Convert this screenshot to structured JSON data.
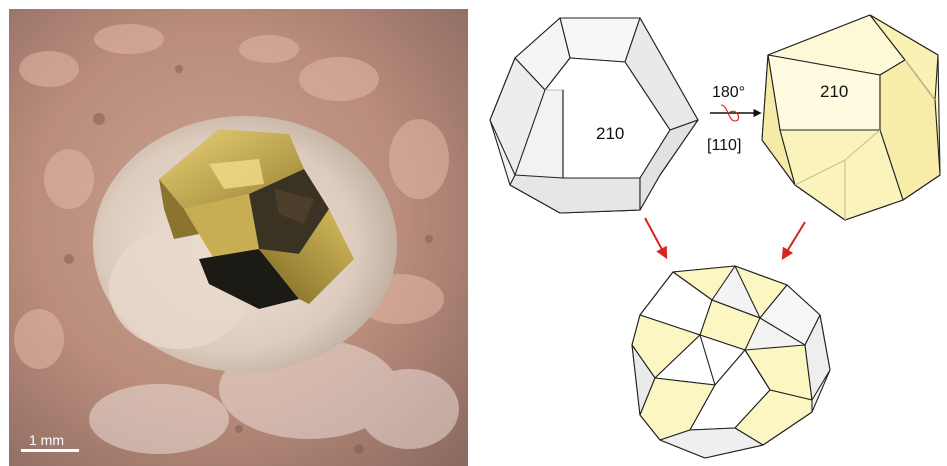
{
  "photo": {
    "scale_bar_label": "1 mm"
  },
  "diagram": {
    "left_crystal": {
      "face_label": "210"
    },
    "right_crystal": {
      "face_label": "210"
    },
    "operation": {
      "angle_label": "180°",
      "axis_label": "[110]"
    }
  },
  "colors": {
    "twin_face_fill": "#fcf6c2",
    "plain_face_fill": "#f0f0f0",
    "edge_color": "#222222",
    "arrow_red": "#d8241e"
  }
}
